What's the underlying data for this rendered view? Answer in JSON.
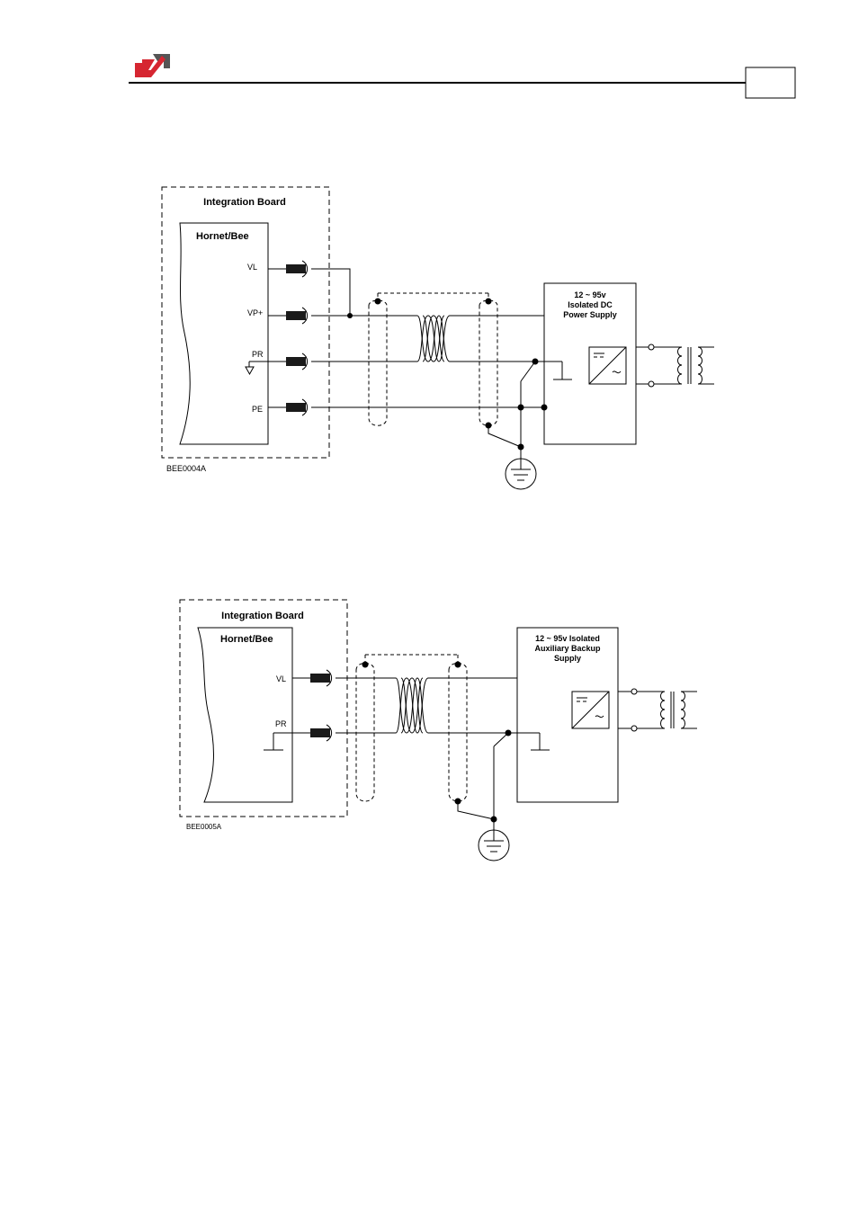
{
  "header": {
    "page_box": "",
    "logo_colors": {
      "red": "#d62631",
      "gray": "#555555"
    }
  },
  "diagram1": {
    "integration_board": "Integration Board",
    "module": "Hornet/Bee",
    "pins": [
      "VL",
      "VP+",
      "PR",
      "PE"
    ],
    "supply": [
      "12 ~ 95v",
      "Isolated DC",
      "Power Supply"
    ],
    "code": "BEE0004A"
  },
  "diagram2": {
    "integration_board": "Integration Board",
    "module": "Hornet/Bee",
    "pins": [
      "VL",
      "PR"
    ],
    "supply": [
      "12 ~ 95v Isolated",
      "Auxiliary Backup",
      "Supply"
    ],
    "code": "BEE0005A"
  }
}
